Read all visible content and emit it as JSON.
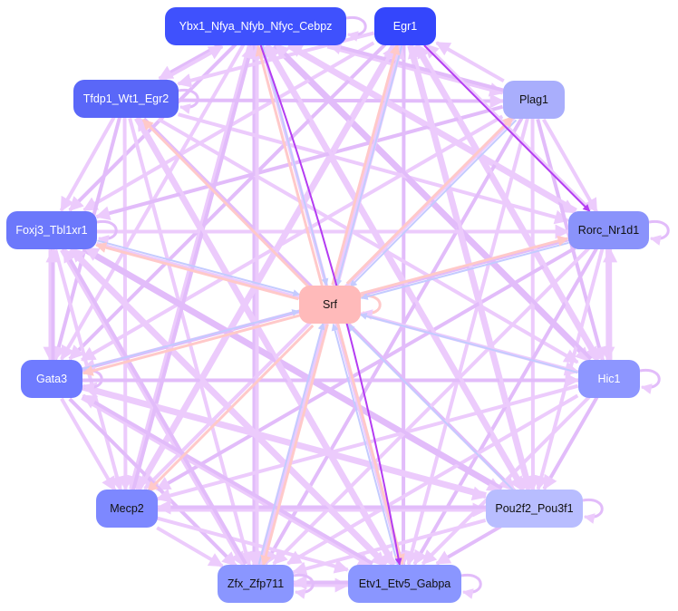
{
  "title": "Regulatory network",
  "colors": {
    "light_edge": "#eccbfc",
    "light_edge2": "#e2bcfa",
    "pink_edge": "#ffc9c9",
    "blue_edge": "#c4cbff",
    "strong_edge": "#b43cf2"
  },
  "nodes": [
    {
      "id": "ybx1",
      "label": "Ybx1_Nfya_Nfyb_Nfyc_Cebpz",
      "fill": "#3f51fd",
      "text": "#ffffff"
    },
    {
      "id": "egr1",
      "label": "Egr1",
      "fill": "#3446fc",
      "text": "#ffffff"
    },
    {
      "id": "tfdp1",
      "label": "Tfdp1_Wt1_Egr2",
      "fill": "#5a67f8",
      "text": "#ffffff"
    },
    {
      "id": "plag1",
      "label": "Plag1",
      "fill": "#a9aefc",
      "text": "#111111"
    },
    {
      "id": "foxj3",
      "label": "Foxj3_Tbl1xr1",
      "fill": "#6c78fb",
      "text": "#ffffff"
    },
    {
      "id": "rorc",
      "label": "Rorc_Nr1d1",
      "fill": "#8a93fb",
      "text": "#111111"
    },
    {
      "id": "srf",
      "label": "Srf",
      "fill": "#ffbaba",
      "text": "#111111"
    },
    {
      "id": "gata3",
      "label": "Gata3",
      "fill": "#6f7bff",
      "text": "#ffffff"
    },
    {
      "id": "hic1",
      "label": "Hic1",
      "fill": "#8d96ff",
      "text": "#ffffff"
    },
    {
      "id": "mecp2",
      "label": "Mecp2",
      "fill": "#7d88ff",
      "text": "#111111"
    },
    {
      "id": "pou2f2",
      "label": "Pou2f2_Pou3f1",
      "fill": "#b8bdff",
      "text": "#111111"
    },
    {
      "id": "zfx",
      "label": "Zfx_Zfp711",
      "fill": "#8a96ff",
      "text": "#111111"
    },
    {
      "id": "etv1",
      "label": "Etv1_Etv5_Gabpa",
      "fill": "#8a96ff",
      "text": "#111111"
    }
  ],
  "edges_light": [
    [
      "ybx1",
      "tfdp1"
    ],
    [
      "tfdp1",
      "ybx1"
    ],
    [
      "ybx1",
      "plag1"
    ],
    [
      "ybx1",
      "foxj3"
    ],
    [
      "ybx1",
      "rorc"
    ],
    [
      "ybx1",
      "gata3"
    ],
    [
      "ybx1",
      "hic1"
    ],
    [
      "ybx1",
      "mecp2"
    ],
    [
      "ybx1",
      "pou2f2"
    ],
    [
      "ybx1",
      "zfx"
    ],
    [
      "egr1",
      "tfdp1"
    ],
    [
      "egr1",
      "foxj3"
    ],
    [
      "egr1",
      "gata3"
    ],
    [
      "egr1",
      "mecp2"
    ],
    [
      "egr1",
      "zfx"
    ],
    [
      "egr1",
      "etv1"
    ],
    [
      "egr1",
      "hic1"
    ],
    [
      "egr1",
      "pou2f2"
    ],
    [
      "tfdp1",
      "plag1"
    ],
    [
      "tfdp1",
      "rorc"
    ],
    [
      "tfdp1",
      "foxj3"
    ],
    [
      "tfdp1",
      "gata3"
    ],
    [
      "tfdp1",
      "hic1"
    ],
    [
      "tfdp1",
      "mecp2"
    ],
    [
      "tfdp1",
      "pou2f2"
    ],
    [
      "tfdp1",
      "zfx"
    ],
    [
      "tfdp1",
      "etv1"
    ],
    [
      "plag1",
      "foxj3"
    ],
    [
      "plag1",
      "rorc"
    ],
    [
      "plag1",
      "gata3"
    ],
    [
      "plag1",
      "hic1"
    ],
    [
      "plag1",
      "mecp2"
    ],
    [
      "plag1",
      "pou2f2"
    ],
    [
      "plag1",
      "zfx"
    ],
    [
      "plag1",
      "etv1"
    ],
    [
      "plag1",
      "egr1"
    ],
    [
      "plag1",
      "ybx1"
    ],
    [
      "foxj3",
      "rorc"
    ],
    [
      "foxj3",
      "gata3"
    ],
    [
      "gata3",
      "foxj3"
    ],
    [
      "foxj3",
      "hic1"
    ],
    [
      "foxj3",
      "mecp2"
    ],
    [
      "foxj3",
      "pou2f2"
    ],
    [
      "foxj3",
      "zfx"
    ],
    [
      "foxj3",
      "etv1"
    ],
    [
      "rorc",
      "gata3"
    ],
    [
      "rorc",
      "hic1"
    ],
    [
      "hic1",
      "rorc"
    ],
    [
      "rorc",
      "mecp2"
    ],
    [
      "rorc",
      "pou2f2"
    ],
    [
      "rorc",
      "zfx"
    ],
    [
      "rorc",
      "etv1"
    ],
    [
      "rorc",
      "ybx1"
    ],
    [
      "rorc",
      "egr1"
    ],
    [
      "gata3",
      "hic1"
    ],
    [
      "gata3",
      "mecp2"
    ],
    [
      "gata3",
      "pou2f2"
    ],
    [
      "gata3",
      "zfx"
    ],
    [
      "gata3",
      "etv1"
    ],
    [
      "hic1",
      "mecp2"
    ],
    [
      "hic1",
      "pou2f2"
    ],
    [
      "hic1",
      "zfx"
    ],
    [
      "hic1",
      "etv1"
    ],
    [
      "hic1",
      "ybx1"
    ],
    [
      "hic1",
      "egr1"
    ],
    [
      "mecp2",
      "pou2f2"
    ],
    [
      "pou2f2",
      "mecp2"
    ],
    [
      "mecp2",
      "zfx"
    ],
    [
      "mecp2",
      "etv1"
    ],
    [
      "mecp2",
      "ybx1"
    ],
    [
      "mecp2",
      "egr1"
    ],
    [
      "pou2f2",
      "zfx"
    ],
    [
      "pou2f2",
      "etv1"
    ],
    [
      "pou2f2",
      "ybx1"
    ],
    [
      "pou2f2",
      "egr1"
    ],
    [
      "pou2f2",
      "foxj3"
    ],
    [
      "pou2f2",
      "gata3"
    ],
    [
      "zfx",
      "etv1"
    ],
    [
      "etv1",
      "zfx"
    ],
    [
      "zfx",
      "ybx1"
    ],
    [
      "zfx",
      "egr1"
    ],
    [
      "zfx",
      "foxj3"
    ],
    [
      "etv1",
      "ybx1"
    ],
    [
      "etv1",
      "foxj3"
    ],
    [
      "etv1",
      "gata3"
    ],
    [
      "etv1",
      "tfdp1"
    ]
  ],
  "edges_pink": [
    [
      "srf",
      "foxj3"
    ],
    [
      "srf",
      "gata3"
    ],
    [
      "srf",
      "tfdp1"
    ],
    [
      "srf",
      "ybx1"
    ],
    [
      "srf",
      "egr1"
    ],
    [
      "srf",
      "plag1"
    ],
    [
      "srf",
      "rorc"
    ],
    [
      "srf",
      "mecp2"
    ],
    [
      "srf",
      "zfx"
    ],
    [
      "srf",
      "etv1"
    ]
  ],
  "edges_blue": [
    [
      "ybx1",
      "srf"
    ],
    [
      "egr1",
      "srf"
    ],
    [
      "plag1",
      "srf"
    ],
    [
      "foxj3",
      "srf"
    ],
    [
      "gata3",
      "srf"
    ],
    [
      "hic1",
      "srf"
    ],
    [
      "pou2f2",
      "srf"
    ],
    [
      "zfx",
      "srf"
    ],
    [
      "etv1",
      "srf"
    ],
    [
      "rorc",
      "srf"
    ]
  ],
  "edges_strong": [
    [
      "egr1",
      "rorc"
    ],
    [
      "ybx1",
      "etv1"
    ]
  ],
  "self_loops": [
    "ybx1",
    "tfdp1",
    "foxj3",
    "rorc",
    "srf",
    "gata3",
    "hic1",
    "pou2f2",
    "etv1",
    "zfx"
  ]
}
